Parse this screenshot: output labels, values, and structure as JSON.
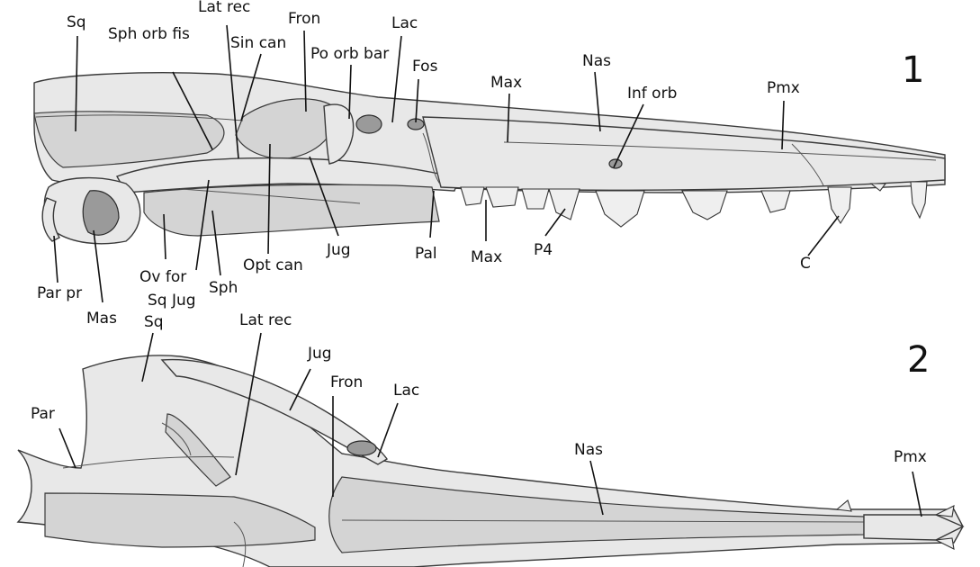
{
  "figure_numbers": {
    "view1": "1",
    "view2": "2"
  },
  "view1_labels": {
    "sq": "Sq",
    "sph_orb_fis": "Sph orb fis",
    "lat_rec": "Lat rec",
    "sin_can": "Sin can",
    "fron": "Fron",
    "po_orb_bar": "Po orb bar",
    "lac": "Lac",
    "fos": "Fos",
    "max_top": "Max",
    "nas": "Nas",
    "inf_orb": "Inf orb",
    "pmx": "Pmx",
    "par_pr": "Par pr",
    "mas": "Mas",
    "ov_for": "Ov for",
    "sq_jug": "Sq Jug",
    "sph": "Sph",
    "opt_can": "Opt can",
    "jug": "Jug",
    "pal": "Pal",
    "max_bottom": "Max",
    "p4": "P4",
    "c": "C"
  },
  "view2_labels": {
    "sq": "Sq",
    "lat_rec": "Lat rec",
    "jug": "Jug",
    "fron": "Fron",
    "lac": "Lac",
    "par": "Par",
    "nas": "Nas",
    "pmx": "Pmx"
  }
}
